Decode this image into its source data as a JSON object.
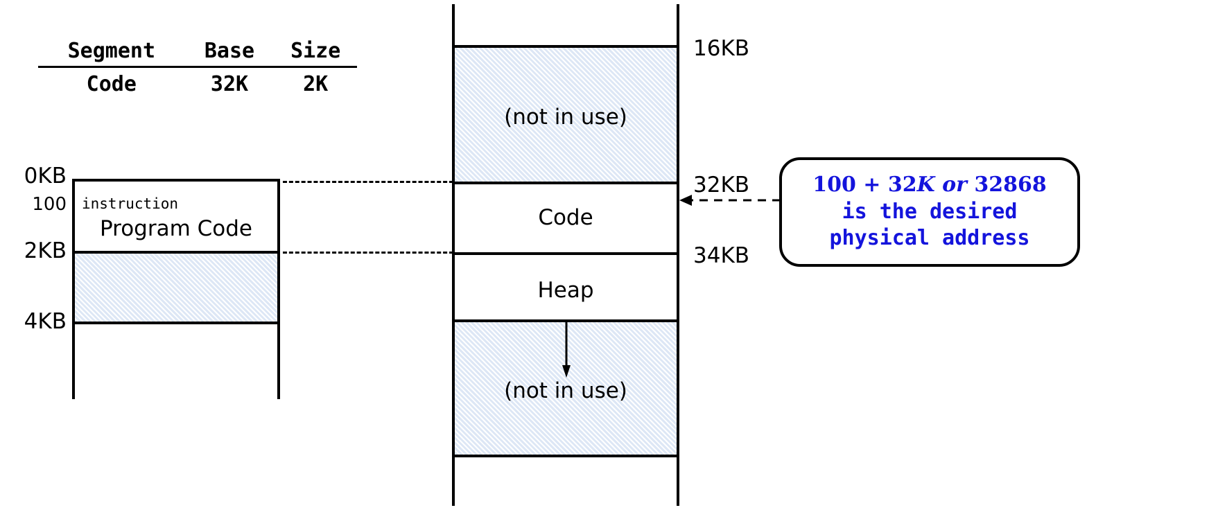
{
  "segment_table": {
    "headers": [
      "Segment",
      "Base",
      "Size"
    ],
    "rows": [
      {
        "segment": "Code",
        "base": "32K",
        "size": "2K"
      }
    ]
  },
  "virtual_space": {
    "address_labels": {
      "top": "0KB",
      "instruction_offset": "100",
      "segment_end": "2KB",
      "bottom": "4KB"
    },
    "instruction_text": "instruction",
    "region_label": "Program Code"
  },
  "physical_memory": {
    "sections": [
      {
        "label": "(not in use)"
      },
      {
        "label": "Code"
      },
      {
        "label": "Heap"
      },
      {
        "label": "(not in use)"
      }
    ],
    "address_labels": [
      "16KB",
      "32KB",
      "34KB"
    ]
  },
  "callout": {
    "line1_prefix": "100 + 32",
    "line1_italic_k": "K",
    "line1_italic_or": "or",
    "line1_value": "32868",
    "line2": "is the desired",
    "line3": "physical address",
    "text_color": "#1414dc"
  },
  "colors": {
    "hatch_fill": "#dde7f5",
    "hatch_stroke": "#4f7ea8",
    "outline": "#000000",
    "callout_text": "#1414dc"
  }
}
